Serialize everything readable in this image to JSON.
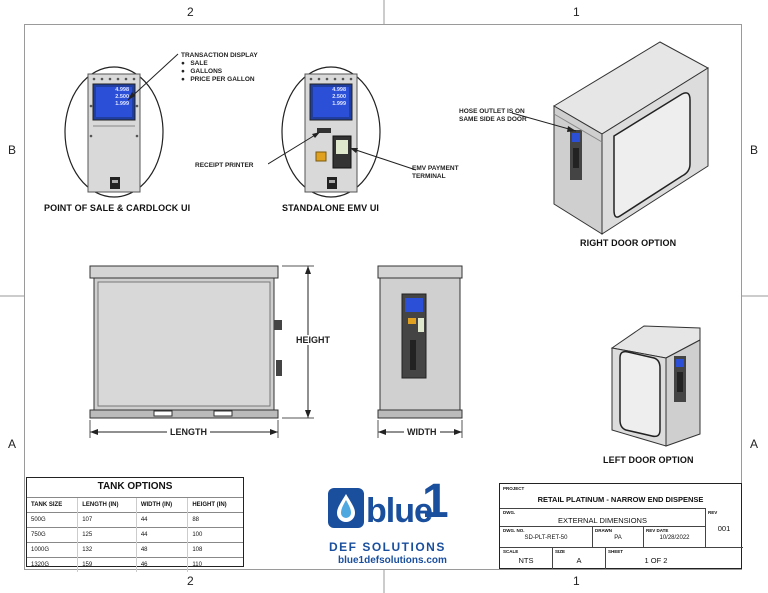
{
  "zones": {
    "top_left": "2",
    "top_right": "1",
    "bottom_left": "2",
    "bottom_right": "1",
    "left_upper": "B",
    "left_lower": "A",
    "right_upper": "B",
    "right_lower": "A"
  },
  "callouts": {
    "transaction_display": "TRANSACTION DISPLAY",
    "display_items": [
      "SALE",
      "GALLONS",
      "PRICE PER GALLON"
    ],
    "receipt_printer": "RECEIPT PRINTER",
    "emv_payment": "EMV PAYMENT",
    "emv_terminal": "TERMINAL",
    "hose_outlet_1": "HOSE OUTLET IS  ON",
    "hose_outlet_2": "SAME SIDE AS DOOR"
  },
  "screen_digits": [
    "4.998",
    "2.500",
    "1.999"
  ],
  "captions": {
    "pos_ui": "POINT OF SALE & CARDLOCK UI",
    "emv_ui": "STANDALONE EMV UI",
    "right_door": "RIGHT DOOR OPTION",
    "left_door": "LEFT DOOR OPTION"
  },
  "dimensions": {
    "height": "HEIGHT",
    "length": "LENGTH",
    "width": "WIDTH"
  },
  "tank_options": {
    "title": "TANK OPTIONS",
    "headers": [
      "TANK SIZE",
      "LENGTH (IN)",
      "WIDTH (IN)",
      "HEIGHT (IN)"
    ],
    "rows": [
      [
        "500G",
        "107",
        "44",
        "88"
      ],
      [
        "750G",
        "125",
        "44",
        "100"
      ],
      [
        "1000G",
        "132",
        "48",
        "108"
      ],
      [
        "1320G",
        "159",
        "46",
        "110"
      ]
    ]
  },
  "logo": {
    "word": "blue",
    "digit": "1",
    "tagline": "DEF SOLUTIONS",
    "url": "blue1defsolutions.com"
  },
  "title_block": {
    "project_hd": "PROJECT",
    "project": "RETAIL PLATINUM - NARROW END DISPENSE",
    "dwg_hd": "DWG.",
    "dwg": "EXTERNAL DIMENSIONS",
    "rev_hd": "REV",
    "rev": "001",
    "dwgno_hd": "DWG. NO.",
    "dwgno": "SD-PLT-RET-50",
    "drawn_hd": "DRAWN",
    "drawn": "PA",
    "revdate_hd": "REV DATE",
    "revdate": "10/28/2022",
    "scale_hd": "SCALE",
    "scale": "NTS",
    "size_hd": "SIZE",
    "size": "A",
    "sheet_hd": "SHEET",
    "sheet": "1 OF 2"
  }
}
